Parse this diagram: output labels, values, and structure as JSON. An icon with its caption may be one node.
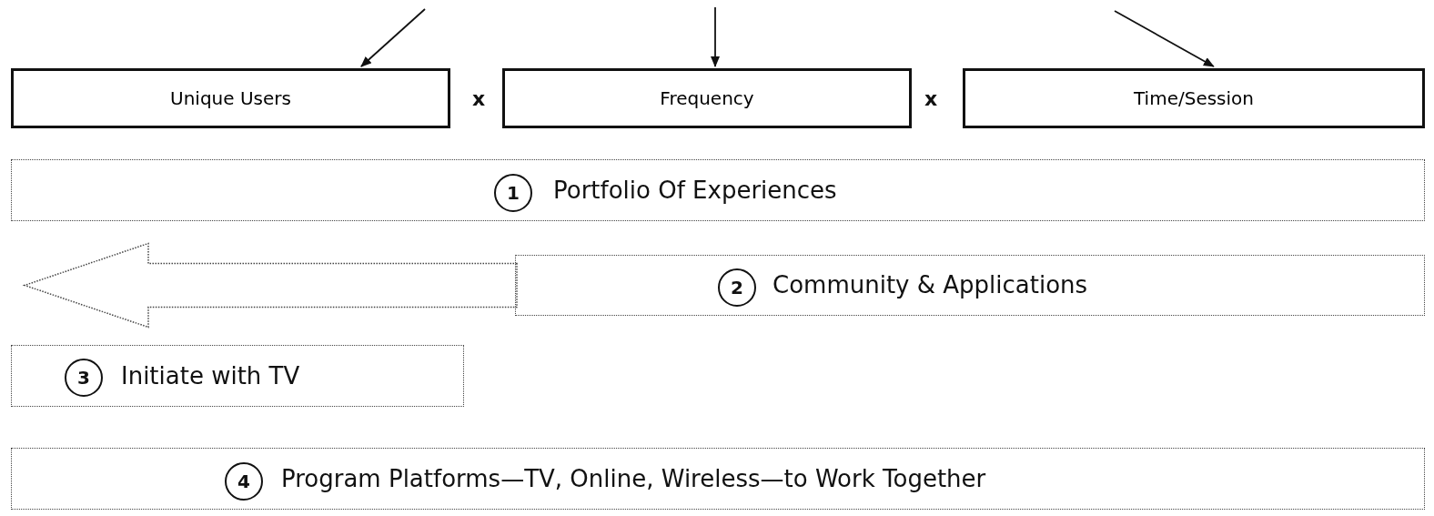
{
  "diagram": {
    "nodes": [
      {
        "text": [
          "Unique Users"
        ]
      },
      {
        "text": [
          "Frequency"
        ]
      },
      {
        "text": [
          "Time/Session"
        ]
      },
      {
        "text": [
          "Portfolio Of Experiences"
        ]
      },
      {
        "text": [
          "1"
        ],
        "in": 3
      },
      {
        "text": [
          "Community & Applications"
        ]
      },
      {
        "text": [
          "2"
        ],
        "in": 5
      },
      {
        "text": [
          "Initiate with TV"
        ]
      },
      {
        "text": [
          "3"
        ],
        "in": 7
      },
      {
        "text": [
          "Program Platforms—TV, Online, Wireless—to Work Together"
        ]
      },
      {
        "text": [
          "4"
        ],
        "in": 9
      }
    ],
    "edges": [
      {
        "from": null,
        "to": 0,
        "arrow": "to"
      },
      {
        "from": null,
        "to": 1,
        "arrow": "to"
      },
      {
        "from": null,
        "to": 2,
        "arrow": "to"
      },
      {
        "from": 5,
        "to": null,
        "arrow": "to",
        "style": "thick"
      }
    ],
    "labels": [
      "x",
      "x"
    ]
  }
}
